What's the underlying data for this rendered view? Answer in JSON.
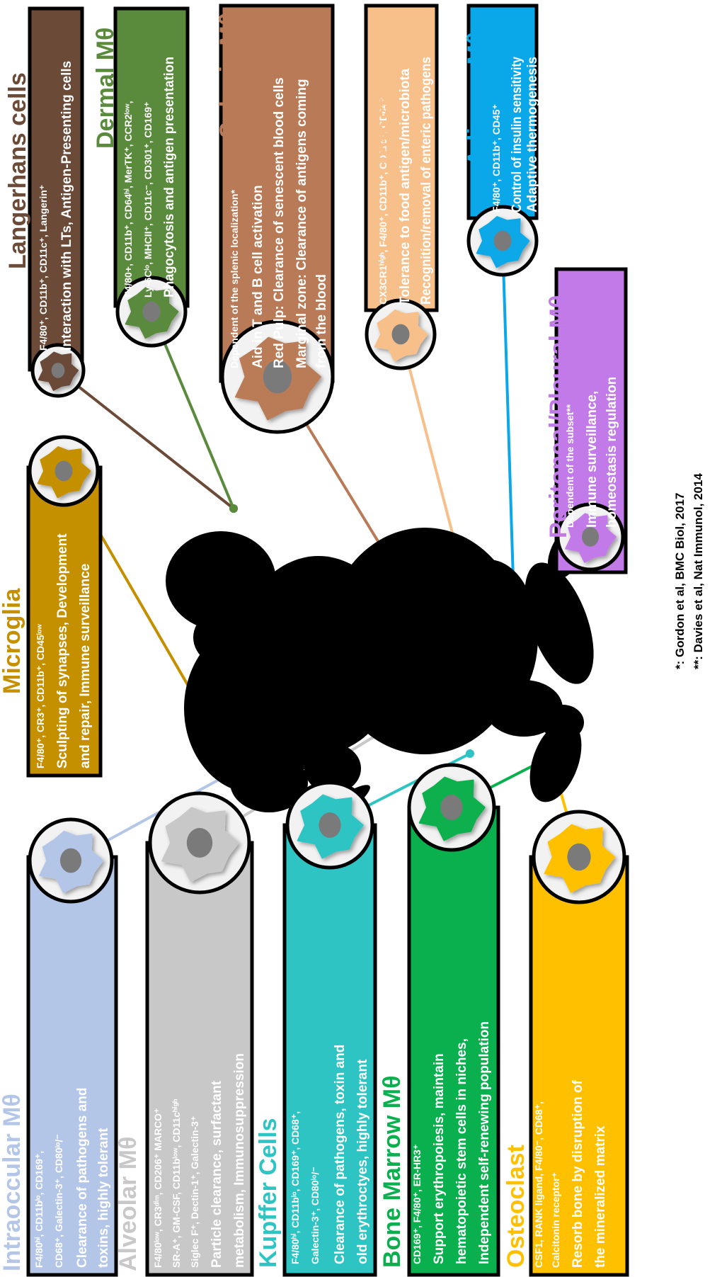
{
  "cells": [
    {
      "key": "langerhans",
      "title": "Langerhans cells",
      "color": "#6b4a38",
      "markers": "F4/80⁺, CD11b⁺, CD11c⁺, Langerin⁺",
      "functions": [
        "Interaction with LTs, Antigen-Presenting cells"
      ]
    },
    {
      "key": "dermal",
      "title": "Dermal Mθ",
      "color": "#5a8a3c",
      "markers": "F4/80+, CD11b⁺, CD64ʰⁱ, MerTK⁺, CCR2ˡᵒʷ,",
      "markers2": "Ly-6Cˡᵒ, MHCII⁺, CD11c⁻, CD301⁺, CD169⁺",
      "functions": [
        "Phagocytosis and antigen presentation"
      ]
    },
    {
      "key": "splenic",
      "title": "Splenic Mθ",
      "color": "#b97b57",
      "markers": "Dependent of the splenic localization*",
      "functions": [
        "Aid in T and B cell activation",
        "Red Pulp: Clearance of senescent blood cells",
        "Marginal zone: Clearance of antigens coming",
        "from the blood"
      ]
    },
    {
      "key": "intestinal",
      "title": "Intestinal Mθ",
      "color": "#f7c08a",
      "markers": "CX3CR1ʰⁱᵍʰ, F4/80⁺, CD11b⁺, CD11c⁺, CD64⁺",
      "functions": [
        "Tolerance to food antigen/microbiota",
        "Recognition/removal of enteric pathogens"
      ]
    },
    {
      "key": "adipose",
      "title": "Adipose Mθ",
      "color": "#0aa8e8",
      "markers": "F4/80⁺, CD11b⁺, CD45⁺",
      "functions": [
        "Control of insulin sensitivity",
        "Adaptive thermogenesis"
      ]
    },
    {
      "key": "peritoneal",
      "title": "Peritoneal/Pleural Mθ",
      "color": "#c17ae8",
      "markers": "Dependent of the subset**",
      "functions": [
        "Immune surveillance,",
        "homeostasis regulation"
      ]
    },
    {
      "key": "microglia",
      "title": "Microglia",
      "color": "#c49000",
      "markers": "F4/80⁺, CR3⁺, CD11b⁺, CD45ˡᵒʷ",
      "functions": [
        "Sculpting of synapses, Development",
        "and repair, Immune surveillance"
      ]
    },
    {
      "key": "intraoccular",
      "title": "Intraoccular Mθ",
      "color": "#b4c6e7",
      "markers": "F4/80ʰⁱ, CD11bˡᵒ, CD169⁺,",
      "markers2": "CD68⁺, Galectin-3⁺, CD80ˡᵒ/⁻",
      "functions": [
        "Clearance of pathogens and",
        "toxins, highly tolerant"
      ]
    },
    {
      "key": "alveolar",
      "title": "Alveolar Mθ",
      "color": "#c8c8c8",
      "markers": "F4/80ˡᵒʷ, CR3ᵈⁱᵐ, CD206⁺ MARCO⁺",
      "markers2": "SR-A⁺, GM-CSF, CD11bˡᵒʷ, CD11cʰⁱᵍʰ",
      "markers3": "Siglec F⁺, Dectin-1⁺, Galectin-3⁺",
      "functions": [
        "Particle clearance, surfactant",
        "metabolism, Immunosuppression"
      ]
    },
    {
      "key": "kupffer",
      "title": "Kupffer Cells",
      "color": "#2ec4c4",
      "markers": "F4/80ʰⁱ, CD11bˡᵒ, CD169⁺, CD68⁺,",
      "markers2": "Galectin-3⁺, CD80ˡᵒ/⁻",
      "functions": [
        "Clearance of pathogens, toxin and",
        "old erythroctyes, highly tolerant"
      ]
    },
    {
      "key": "bonemarrow",
      "title": "Bone Marrow Mθ",
      "color": "#0ab04e",
      "markers": "CD169⁺, F4/80⁺, ER-HR3⁺",
      "functions": [
        "Support erythropoiesis, maintain",
        "hematopoietic stem cells in niches,",
        "Independent self-renewing population"
      ]
    },
    {
      "key": "osteoclast",
      "title": "Osteoclast",
      "color": "#ffc000",
      "markers": "CSF1, RANK ligand, F4/80⁻, CD68⁺,",
      "markers2": "Calcitonin receptor⁺",
      "functions": [
        "Resorb bone by disruption of",
        "the mineralized matrix"
      ]
    }
  ],
  "references": [
    "*: Gordon et al, BMC Biol, 2017",
    "**: Davies et al, Nat Immunol, 2014"
  ]
}
